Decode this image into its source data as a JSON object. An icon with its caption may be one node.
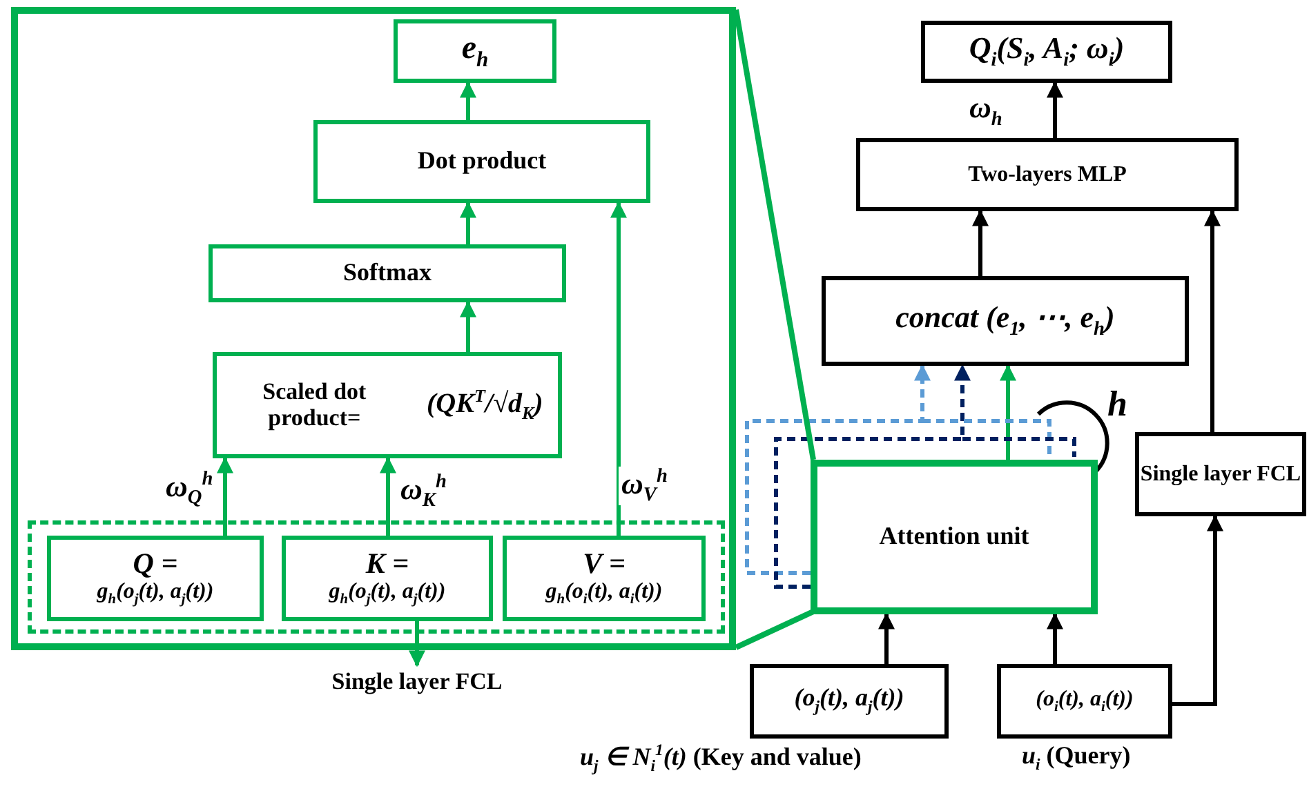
{
  "diagram": {
    "nodes": [
      {
        "text": [],
        "shape": "box"
      },
      {
        "text": [
          "e$_{h}$"
        ],
        "in": 0
      },
      {
        "text": [
          "Dot product"
        ],
        "in": 0
      },
      {
        "text": [
          "Softmax"
        ],
        "in": 0
      },
      {
        "text": [
          "Scaled dot product=",
          "(QK$^{T}$/√d$_{K}$)"
        ],
        "in": 0
      },
      {
        "text": [],
        "shape": "box",
        "in": 0
      },
      {
        "text": [
          "Q =",
          "g$_{h}$(o$_{j}$(t), a$_{j}$(t))"
        ],
        "in": 5
      },
      {
        "text": [
          "K =",
          "g$_{h}$(o$_{j}$(t), a$_{j}$(t))"
        ],
        "in": 5
      },
      {
        "text": [
          "V =",
          "g$_{h}$(o$_{i}$(t), a$_{i}$(t))"
        ],
        "in": 5
      },
      {
        "text": [
          "Single layer FCL"
        ]
      },
      {
        "text": [
          "Q$_{i}$(S$_{i}$, A$_{i}$; ω$_{i}$)"
        ]
      },
      {
        "text": [
          "Two-layers MLP"
        ]
      },
      {
        "text": [
          "concat (e$_{1}$, ⋯, e$_{h}$)"
        ]
      },
      {
        "text": [
          "Attention unit"
        ]
      },
      {
        "text": [
          "Single layer FCL"
        ]
      },
      {
        "text": [
          "(o$_{j}$(t), a$_{j}$(t))"
        ],
        "beside": [
          "*u$_{j}$ ∈ N$_{i}$$^{1}$(t)* (Key and value)"
        ]
      },
      {
        "text": [
          "(o$_{i}$(t), a$_{i}$(t))"
        ],
        "beside": [
          "*u$_{i}$* (Query)"
        ]
      }
    ],
    "edges": [
      {
        "from": 6,
        "to": 4,
        "arrow": "to",
        "label": "ω$_{Q}$$^{h}$"
      },
      {
        "from": 7,
        "to": 4,
        "arrow": "to",
        "label": "ω$_{K}$$^{h}$"
      },
      {
        "from": 8,
        "to": 2,
        "arrow": "to",
        "label": "ω$_{V}$$^{h}$"
      },
      {
        "from": 4,
        "to": 3,
        "arrow": "to"
      },
      {
        "from": 3,
        "to": 2,
        "arrow": "to"
      },
      {
        "from": 2,
        "to": 1,
        "arrow": "to"
      },
      {
        "from": 7,
        "to": 9,
        "arrow": "to"
      },
      {
        "from": 15,
        "to": 13,
        "arrow": "to",
        "color": "#000000"
      },
      {
        "from": 16,
        "to": 13,
        "arrow": "to",
        "color": "#000000"
      },
      {
        "from": 16,
        "to": 14,
        "arrow": "to",
        "color": "#000000"
      },
      {
        "from": 14,
        "to": 11,
        "arrow": "to",
        "color": "#000000"
      },
      {
        "from": 12,
        "to": 11,
        "arrow": "to",
        "color": "#000000"
      },
      {
        "from": 11,
        "to": 10,
        "arrow": "to",
        "label": "ω$_{h}$",
        "color": "#000000"
      },
      {
        "from": 13,
        "to": 12,
        "arrow": "to"
      },
      {
        "from": 13,
        "to": 12,
        "arrow": "to",
        "style": "dashed",
        "color": "#5b9bd5"
      },
      {
        "from": 13,
        "to": 12,
        "arrow": "to",
        "style": "dashed",
        "color": "#002060"
      }
    ],
    "labels": [
      "h"
    ]
  }
}
